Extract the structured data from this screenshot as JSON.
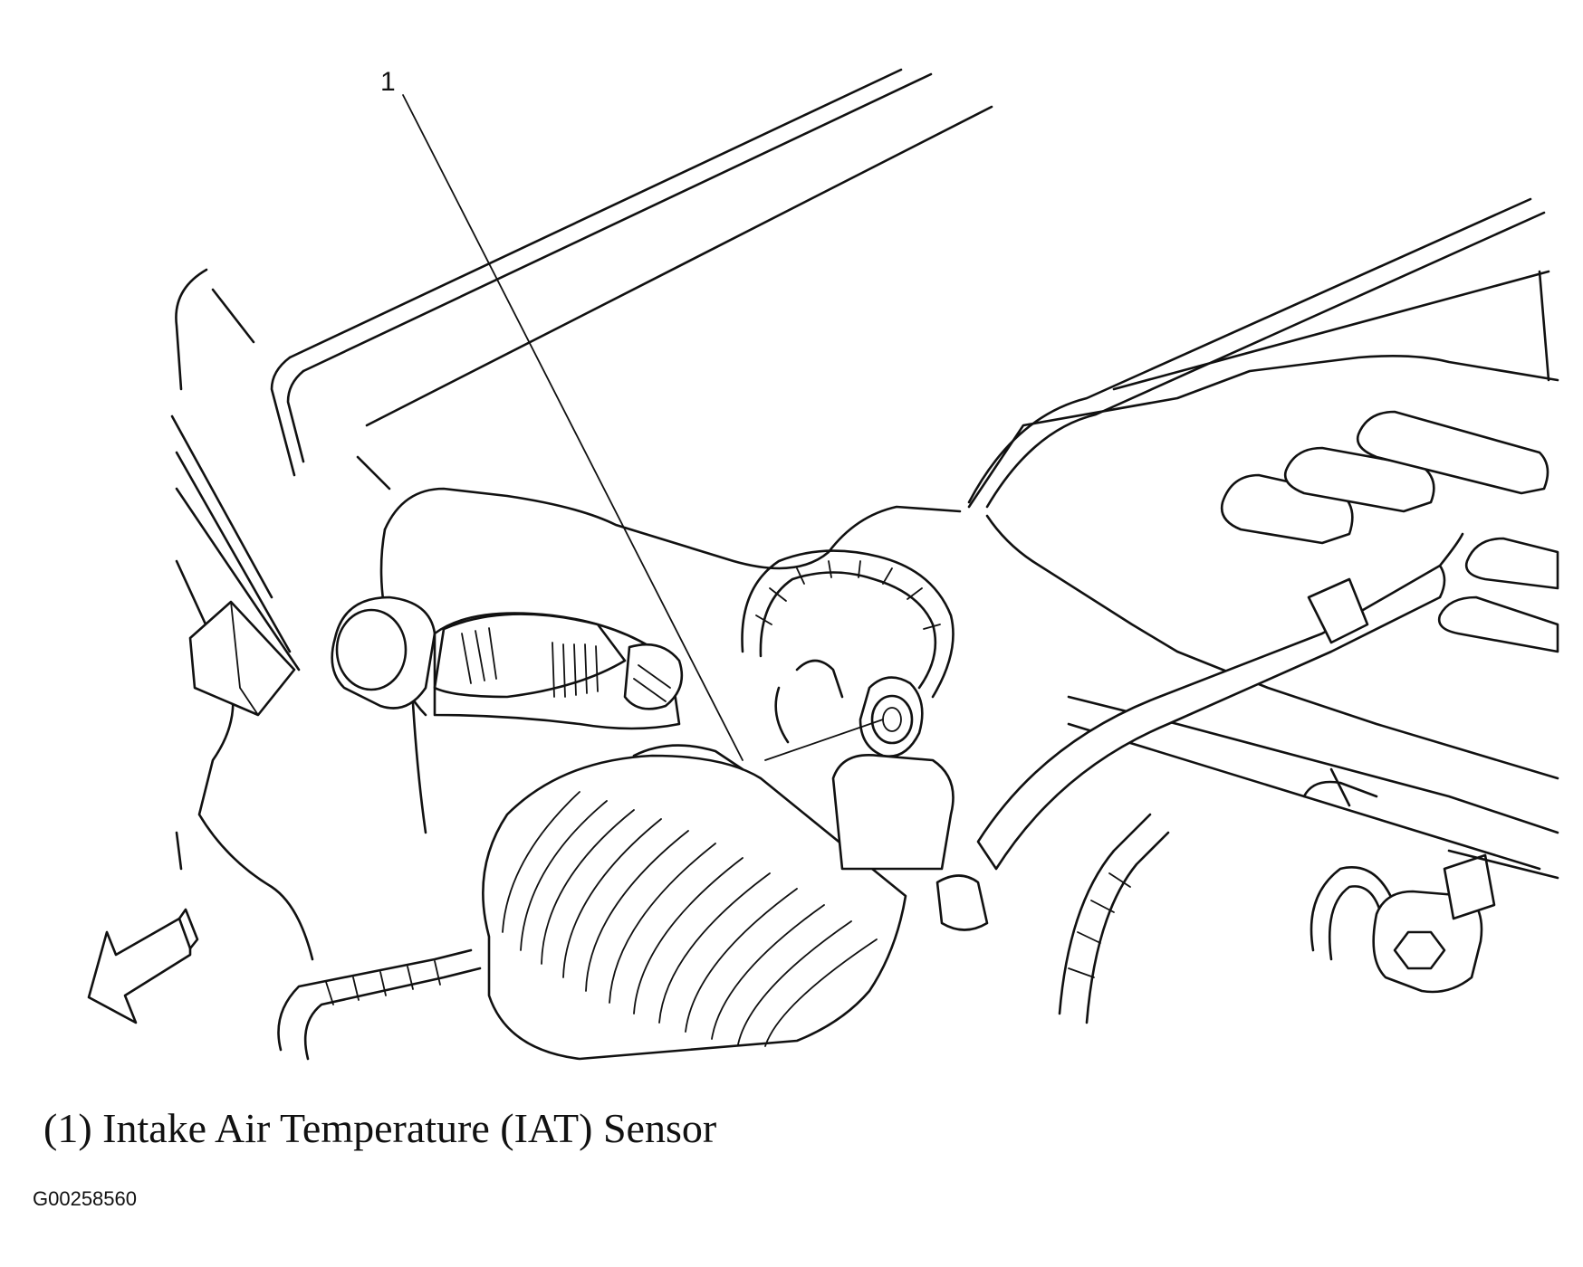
{
  "diagram": {
    "callouts": [
      {
        "number": "1",
        "target": "intake-air-temperature-sensor"
      }
    ],
    "legend": [
      {
        "text": "(1) Intake Air Temperature (IAT) Sensor"
      }
    ],
    "figure_id": "G00258560",
    "direction_arrow_icon": "front-arrow-icon"
  }
}
